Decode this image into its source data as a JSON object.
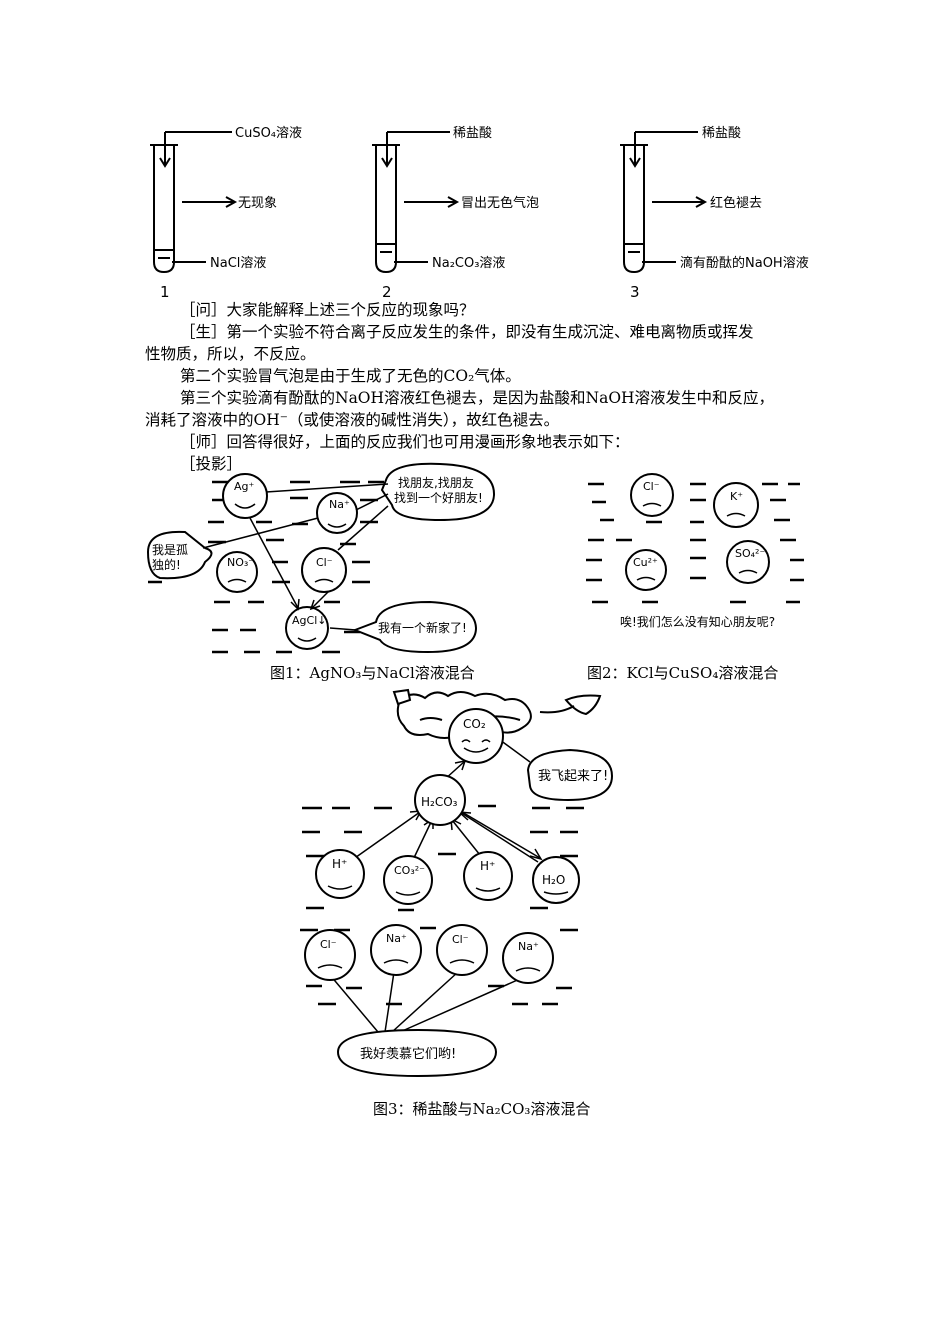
{
  "tubes": {
    "t1": {
      "top_label": "CuSO₄溶液",
      "mid_label": "无现象",
      "bottom_label": "NaCl溶液",
      "number": "1"
    },
    "t2": {
      "top_label": "稀盐酸",
      "mid_label": "冒出无色气泡",
      "bottom_label": "Na₂CO₃溶液",
      "number": "2"
    },
    "t3": {
      "top_label": "稀盐酸",
      "mid_label": "红色褪去",
      "bottom_label": "滴有酚酞的NaOH溶液",
      "number": "3"
    }
  },
  "text": {
    "q": "［问］大家能解释上述三个反应的现象吗？",
    "s1a": "［生］第一个实验不符合离子反应发生的条件，即没有生成沉淀、难电离物质或挥发",
    "s1b": "性物质，所以，不反应。",
    "s2": "第二个实验冒气泡是由于生成了无色的CO₂气体。",
    "s3a": "第三个实验滴有酚酞的NaOH溶液红色褪去，是因为盐酸和NaOH溶液发生中和反应，",
    "s3b": "消耗了溶液中的OH⁻（或使溶液的碱性消失），故红色褪去。",
    "t": "［师］回答得很好，上面的反应我们也可用漫画形象地表示如下：",
    "p": "［投影］"
  },
  "fig1": {
    "ag": "Ag⁺",
    "na": "Na⁺",
    "no3": "NO₃⁻",
    "cl": "Cl⁻",
    "agcl": "AgCl↓",
    "bubble1a": "找朋友,找朋友",
    "bubble1b": "找到一个好朋友!",
    "bubble2a": "我是孤",
    "bubble2b": "独的!",
    "bubble3": "我有一个新家了!",
    "caption": "图1：AgNO₃与NaCl溶液混合"
  },
  "fig2": {
    "cl": "Cl⁻",
    "k": "K⁺",
    "cu": "Cu²⁺",
    "so4": "SO₄²⁻",
    "sigh": "唉!我们怎么没有知心朋友呢?",
    "caption": "图2：KCl与CuSO₄溶液混合"
  },
  "fig3": {
    "co2": "CO₂",
    "h2co3": "H₂CO₃",
    "h1": "H⁺",
    "co3": "CO₃²⁻",
    "h2": "H⁺",
    "h2o": "H₂O",
    "cl1": "Cl⁻",
    "na1": "Na⁺",
    "cl2": "Cl⁻",
    "na2": "Na⁺",
    "fly": "我飞起来了!",
    "envy": "我好羡慕它们哟!",
    "caption": "图3：稀盐酸与Na₂CO₃溶液混合"
  }
}
